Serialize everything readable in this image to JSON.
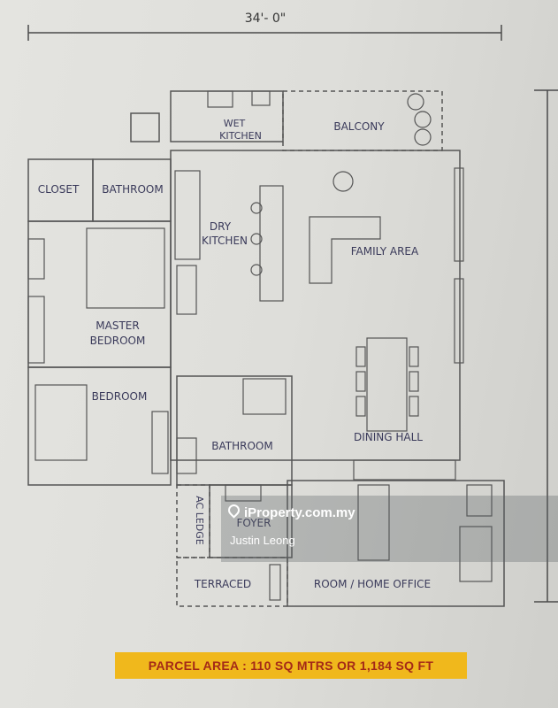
{
  "dimensions": {
    "width_label": "34'- 0\""
  },
  "rooms": {
    "wet_kitchen": [
      "WET",
      "KITCHEN"
    ],
    "balcony": "BALCONY",
    "closet": "CLOSET",
    "master_bathroom": "BATHROOM",
    "dry_kitchen": [
      "DRY",
      "KITCHEN"
    ],
    "family_area": "FAMILY AREA",
    "master_bedroom": [
      "MASTER",
      "BEDROOM"
    ],
    "bedroom": "BEDROOM",
    "dining_hall": "DINING HALL",
    "bathroom": "BATHROOM",
    "ac_ledge": "AC LEDGE",
    "foyer": "FOYER",
    "terraced": "TERRACED",
    "home_office": "ROOM / HOME OFFICE"
  },
  "banner": {
    "text": "PARCEL AREA : 110 SQ MTRS OR 1,184 SQ FT",
    "background": "#f0b81c",
    "color": "#a42a18"
  },
  "watermark": {
    "site": "iProperty.com.my",
    "agent": "Justin Leong",
    "icon": "location-pin-icon"
  }
}
